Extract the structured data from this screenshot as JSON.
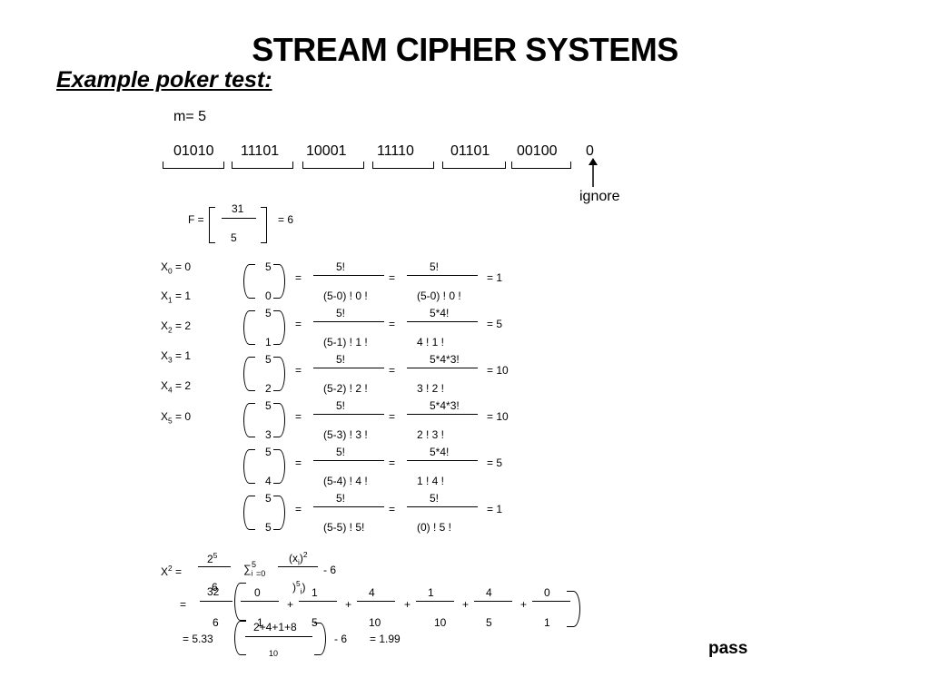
{
  "title": "STREAM CIPHER SYSTEMS",
  "subtitle": "Example poker test:",
  "m_label": "m= 5",
  "blocks": [
    "01010",
    "11101",
    "10001",
    "11110",
    "01101",
    "00100",
    "0"
  ],
  "ignore_label": "ignore",
  "f_eq": {
    "label": "F =",
    "numerator": "31",
    "denominator": "5",
    "result": "=  6"
  },
  "x_values": [
    {
      "sym": "X",
      "sub": "0",
      "val": " = 0"
    },
    {
      "sym": "X",
      "sub": "1",
      "val": " = 1"
    },
    {
      "sym": "X",
      "sub": "2",
      "val": " = 2"
    },
    {
      "sym": "X",
      "sub": "3",
      "val": " = 1"
    },
    {
      "sym": "X",
      "sub": "4",
      "val": " = 2"
    },
    {
      "sym": "X",
      "sub": "5",
      "val": " = 0"
    }
  ],
  "binomials": [
    {
      "top": "5",
      "bot": "0",
      "num1": "5ǃ",
      "den1": "(5-0) ǃ 0  ǃ",
      "num2": "5ǃ",
      "den2": "(5-0) ǃ 0  ǃ",
      "result": "=  1"
    },
    {
      "top": "5",
      "bot": "1",
      "num1": "5ǃ",
      "den1": "(5-1) ǃ 1  ǃ",
      "num2": "5*4ǃ",
      "den2": "4 ǃ 1  ǃ",
      "result": "=  5"
    },
    {
      "top": "5",
      "bot": "2",
      "num1": "5ǃ",
      "den1": "(5-2) ǃ 2  ǃ",
      "num2": "5*4*3ǃ",
      "den2": "3 ǃ 2  ǃ",
      "result": "=  10"
    },
    {
      "top": "5",
      "bot": "3",
      "num1": "5ǃ",
      "den1": "(5-3) ǃ 3  ǃ",
      "num2": "5*4*3ǃ",
      "den2": "2 ǃ 3  ǃ",
      "result": "=  10"
    },
    {
      "top": "5",
      "bot": "4",
      "num1": "5ǃ",
      "den1": "(5-4) ǃ 4  ǃ",
      "num2": "5*4ǃ",
      "den2": "1 ǃ 4  ǃ",
      "result": "=  5"
    },
    {
      "top": "5",
      "bot": "5",
      "num1": "5ǃ",
      "den1": "(5-5) ǃ 5ǃ",
      "num2": "5ǃ",
      "den2": "(0) ǃ 5  ǃ",
      "result": "=  1"
    }
  ],
  "eq_sign": "=",
  "chi": {
    "label_sym": "X",
    "label_sup": "2",
    "label_rest": " =",
    "coef_base": "2",
    "coef_exp": "5",
    "coef_den": "6",
    "sum_symbol": "∑",
    "sum_sub": "i",
    "sum_sup": "5",
    "sum_start": "=0",
    "frac_num_base": "(x",
    "frac_num_sub": "i",
    "frac_num_tail": ")",
    "frac_num_sup": "2",
    "frac_den_tail": ")",
    "frac_den_sup": "5",
    "frac_den_sub": "i",
    "frac_den_close": ")",
    "minus": "- 6"
  },
  "expansion": {
    "eq": "=",
    "coef_num": "32",
    "coef_den": "6",
    "terms": [
      {
        "num": "0",
        "den": "1"
      },
      {
        "num": "1",
        "den": "5"
      },
      {
        "num": "4",
        "den": "10"
      },
      {
        "num": "1",
        "den": "10"
      },
      {
        "num": "4",
        "den": "5"
      },
      {
        "num": "0",
        "den": "1"
      }
    ],
    "plus": "+"
  },
  "final": {
    "first": "= 5.33",
    "num": "2+4+1+8",
    "den": "10",
    "minus": "- 6",
    "result": "= 1.99"
  },
  "verdict": "pass"
}
